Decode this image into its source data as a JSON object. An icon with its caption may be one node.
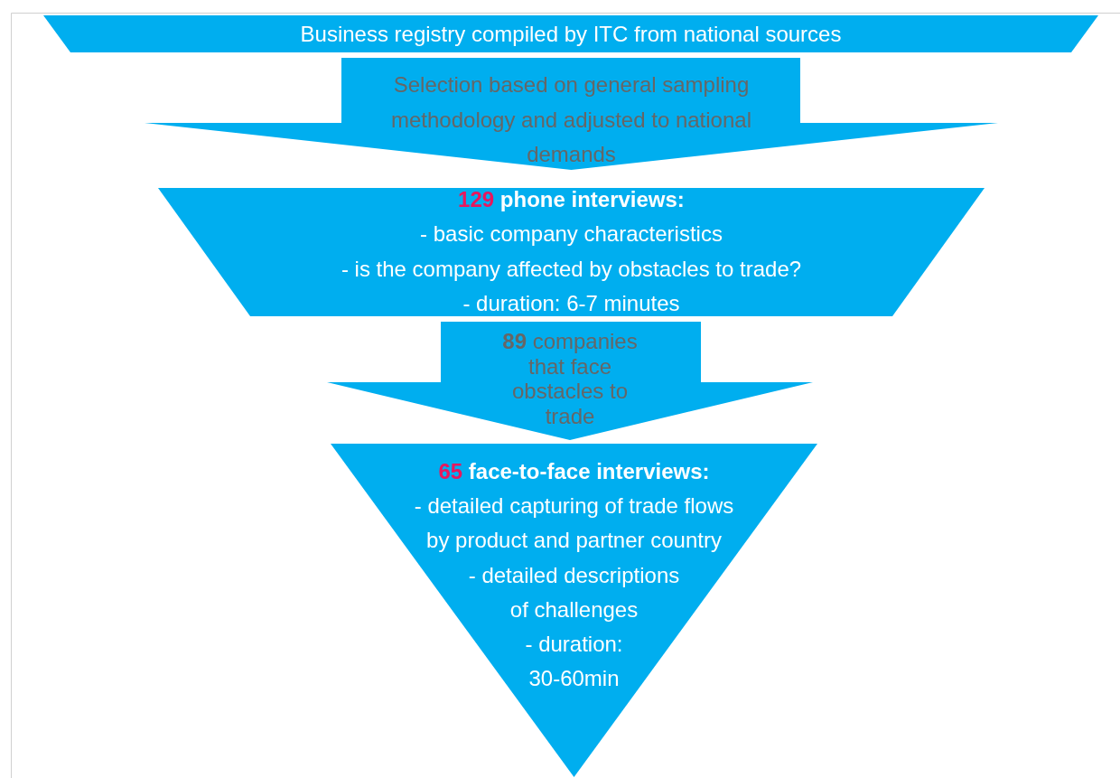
{
  "diagram": {
    "nodes": [
      {
        "text": [
          "Business registry compiled by ITC from national sources"
        ]
      },
      {
        "text": [
          "Selection based on general sampling methodology and adjusted to national demands"
        ]
      },
      {
        "text": [
          "129",
          "phone interviews:",
          "- basic company characteristics",
          "- is the company affected by obstacles to trade?",
          "- duration: 6-7 minutes"
        ]
      },
      {
        "text": [
          "**89** companies that face obstacles to trade"
        ]
      },
      {
        "text": [
          "65",
          "face-to-face interviews:",
          "- detailed capturing of trade flows by product and partner country",
          "- detailed descriptions of challenges",
          "- duration: 30-60min"
        ]
      }
    ],
    "edges": [
      {
        "from": 0,
        "to": 2,
        "arrow": "to"
      },
      {
        "from": 2,
        "to": 4,
        "arrow": "to"
      }
    ]
  }
}
